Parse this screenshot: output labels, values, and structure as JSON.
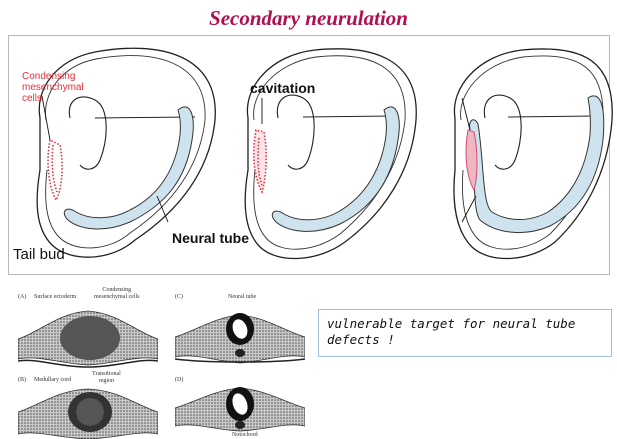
{
  "title": "Secondary neurulation",
  "labels": {
    "condensing": [
      "Condensing",
      "mesenchymal",
      "cells"
    ],
    "cavitation": "cavitation",
    "neural_tube": "Neural tube",
    "tail_bud": "Tail bud"
  },
  "sections": {
    "a_letter": "(A)",
    "a_surface": "Surface ectoderm",
    "a_condensing": [
      "Condensing",
      "mesenchymal cells"
    ],
    "b_letter": "(B)",
    "b_medullary": "Medullary cord",
    "b_transitional": [
      "Transitional",
      "region"
    ],
    "c_letter": "(C)",
    "c_neural_tube": "Neural tube",
    "d_letter": "(D)",
    "d_notochord": "Notochord"
  },
  "callout": [
    "vulnerable target for neural tube",
    "defects !"
  ],
  "colors": {
    "title": "#b01050",
    "mesenchyme": "#e0303a",
    "neural_tube_fill": "#cfe3ee",
    "cavity_fill": "#f0b6c2"
  }
}
